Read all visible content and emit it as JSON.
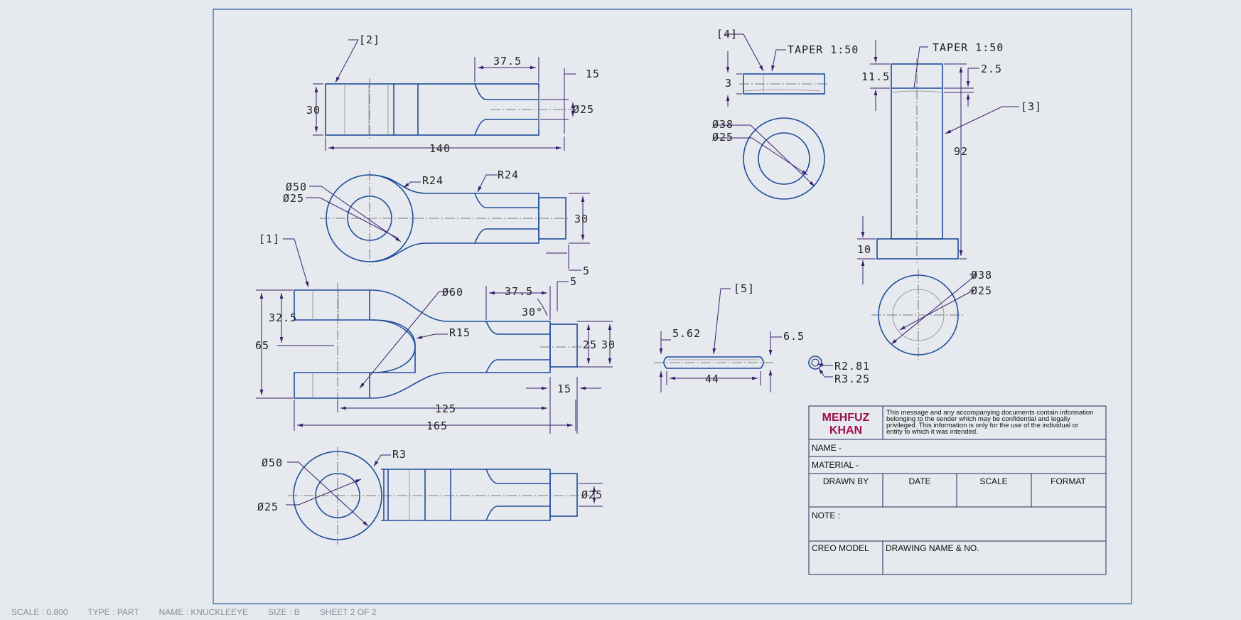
{
  "drawing": {
    "part_labels": [
      "[1]",
      "[2]",
      "[3]",
      "[4]",
      "[5]"
    ],
    "dims": {
      "v2_37_5": "37.5",
      "v2_15": "15",
      "v2_30": "30",
      "v2_d25": "Ø25",
      "v2_140": "140",
      "v2b_d50": "Ø50",
      "v2b_d25": "Ø25",
      "v2b_r24a": "R24",
      "v2b_r24b": "R24",
      "v2b_30": "30",
      "v2b_5": "5",
      "v1_d60": "Ø60",
      "v1_37_5": "37.5",
      "v1_5": "5",
      "v1_30deg": "30°",
      "v1_32_5": "32.5",
      "v1_65": "65",
      "v1_r15": "R15",
      "v1_25": "25",
      "v1_30": "30",
      "v1_15": "15",
      "v1_125": "125",
      "v1_165": "165",
      "v1b_d50": "Ø50",
      "v1b_d25": "Ø25",
      "v1b_r3": "R3",
      "v1b_d25r": "Ø25",
      "p4_taper": "TAPER 1:50",
      "p4_3": "3",
      "p4_d38": "Ø38",
      "p4_d25": "Ø25",
      "p3_taper": "TAPER 1:50",
      "p3_11_5": "11.5",
      "p3_2_5": "2.5",
      "p3_92": "92",
      "p3_10": "10",
      "p3_d38": "Ø38",
      "p3_d25": "Ø25",
      "p5_5_62": "5.62",
      "p5_6_5": "6.5",
      "p5_44": "44",
      "p5_r2_81": "R2.81",
      "p5_r3_25": "R3.25"
    }
  },
  "title_block": {
    "brand_line1": "MEHFUZ",
    "brand_line2": "KHAN",
    "disclaimer": [
      "This message and any accompanying documents contain information",
      "belonging to the sender which may be confidential and legally",
      "privileged. This information is only for the use of the individual or",
      "entity to which it was intended."
    ],
    "name": "NAME -",
    "material": "MATERIAL -",
    "drawn_by": "DRAWN BY",
    "date": "DATE",
    "scale": "SCALE",
    "format": "FORMAT",
    "note": "NOTE :",
    "creo_model": "CREO MODEL",
    "drawing_name": "DRAWING NAME & NO."
  },
  "status_bar": {
    "scale": "SCALE : 0.800",
    "type": "TYPE : PART",
    "name": "NAME : KNUCKLEEYE",
    "size": "SIZE : B",
    "sheet": "SHEET 2  OF 2"
  },
  "colors": {
    "background": "#e6e9ee",
    "geometry": "#1f4e9b",
    "brand": "#9c0f4e"
  }
}
